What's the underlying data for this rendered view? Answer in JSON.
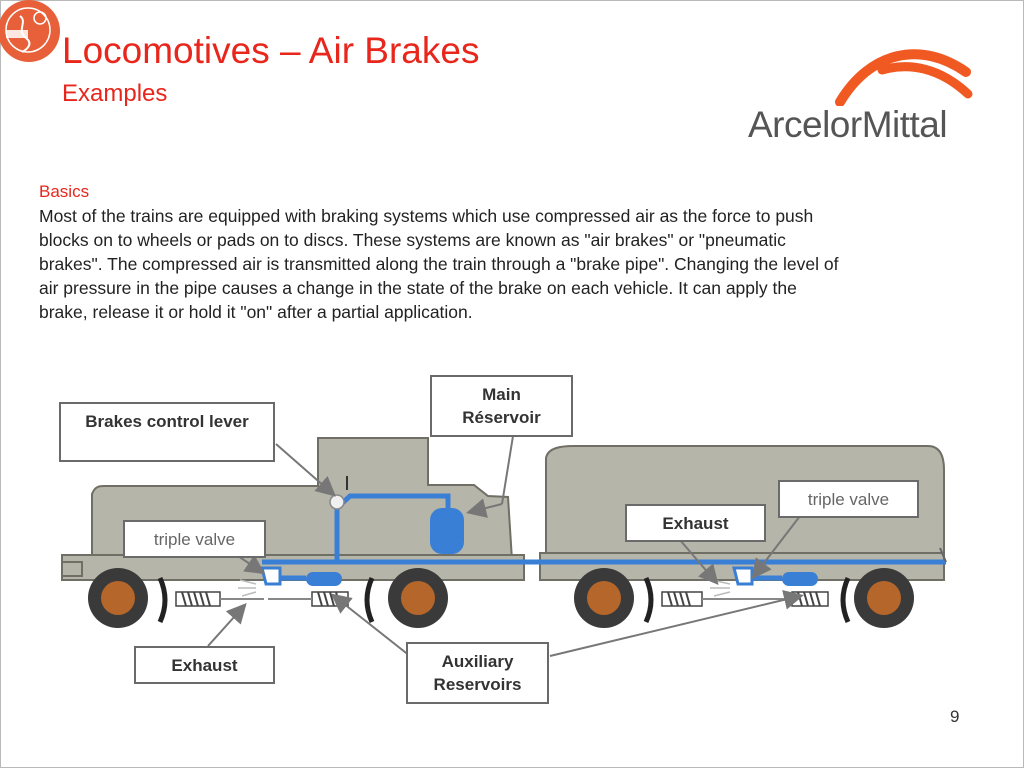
{
  "slide": {
    "title": "Locomotives – Air Brakes",
    "subtitle": "Examples",
    "brand": "ArcelorMittal",
    "page_number": "9"
  },
  "basics": {
    "heading": "Basics",
    "lines": [
      "Most of the  trains are equipped with braking systems which use compressed air as the force to push",
      "blocks on to wheels or pads on to discs.  These systems are known as \"air brakes\" or \"pneumatic",
      "brakes\".  The compressed air is transmitted along the train through a \"brake pipe\".  Changing the level of",
      "air pressure in the pipe causes a change in the state of the brake on each vehicle.  It can apply the",
      "brake, release it or hold it \"on\" after a partial application."
    ]
  },
  "labels": {
    "brakes_control_lever": "Brakes control lever",
    "main_reservoir_line1": "Main",
    "main_reservoir_line2": "Réservoir",
    "triple_valve_loco": "triple valve",
    "triple_valve_wagon": "triple valve",
    "exhaust_top": "Exhaust",
    "exhaust_bottom": "Exhaust",
    "auxiliary_line1": "Auxiliary",
    "auxiliary_line2": "Reservoirs"
  },
  "colors": {
    "accent_red": "#e8261c",
    "logo_orange": "#e8603a",
    "body_gray": "#b5b5a9",
    "pipe_blue": "#3a7fd6",
    "wheel_brown": "#b5662a"
  },
  "icons": [
    "logo-badge-icon",
    "arcelormittal-swoosh-icon"
  ]
}
